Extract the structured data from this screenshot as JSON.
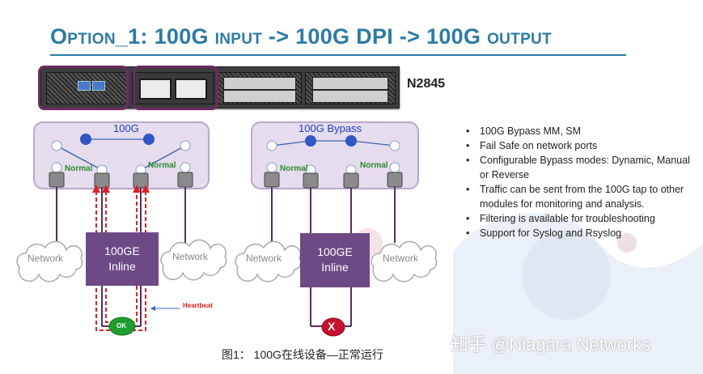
{
  "title": "Option_1: 100G input -> 100G DPI -> 100G output",
  "device_model": "N2845",
  "tap_left": {
    "label": "100G",
    "normal_labels": [
      "Normal",
      "Normal"
    ],
    "inline_label_1": "100GE",
    "inline_label_2": "Inline",
    "status": "OK",
    "heartbeat_label": "Heartbeat"
  },
  "tap_right": {
    "label": "100G Bypass",
    "normal_labels": [
      "Normal",
      "Normal"
    ],
    "inline_label_1": "100GE",
    "inline_label_2": "Inline",
    "status": "X"
  },
  "network_label": "Network",
  "features": [
    "100G Bypass MM, SM",
    "Fail Safe on network ports",
    "Configurable Bypass modes: Dynamic, Manual or Reverse",
    "Traffic can be sent from the 100G tap to other modules for monitoring and analysis.",
    "Filtering is available for troubleshooting",
    "Support for Syslog and Rsyslog"
  ],
  "caption": "图1：  100G在线设备—正常运行",
  "watermark": "知乎 @Niagara Networks",
  "colors": {
    "title": "#2b7ba6",
    "highlight": "#6b2b5f",
    "inline_box": "#6d4a86",
    "heartbeat": "#d42020",
    "ok": "#1e9e2e",
    "fail": "#c8102e"
  }
}
